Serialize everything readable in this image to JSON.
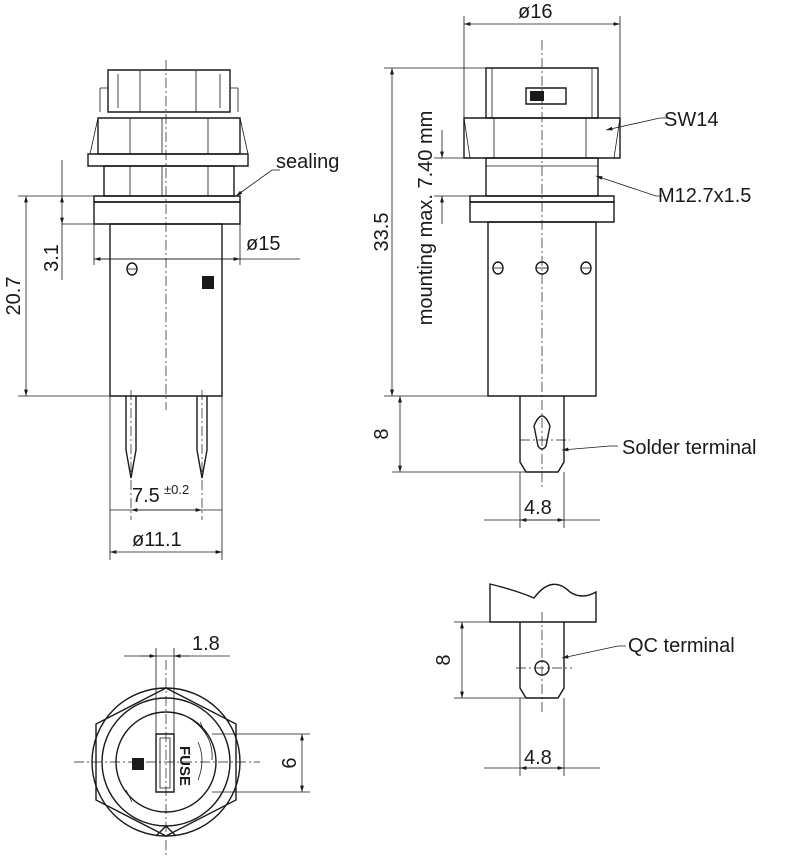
{
  "dimensions": {
    "dia_16": "ø16",
    "sw14": "SW14",
    "m_thread": "M12.7x1.5",
    "sealing": "sealing",
    "dia_15": "ø15",
    "h_33_5": "33.5",
    "mounting": "mounting max. 7.40 mm",
    "h_20_7": "20.7",
    "h_3_1": "3.1",
    "h_8_solder": "8",
    "solder_terminal": "Solder terminal",
    "w_4_8_solder": "4.8",
    "pitch_7_5": "7.5",
    "tol_0_2": "±0.2",
    "dia_11_1": "ø11.1",
    "w_1_8": "1.8",
    "h_6": "6",
    "qc_terminal": "QC terminal",
    "h_8_qc": "8",
    "w_4_8_qc": "4.8",
    "fuse_label": "FUSE"
  }
}
